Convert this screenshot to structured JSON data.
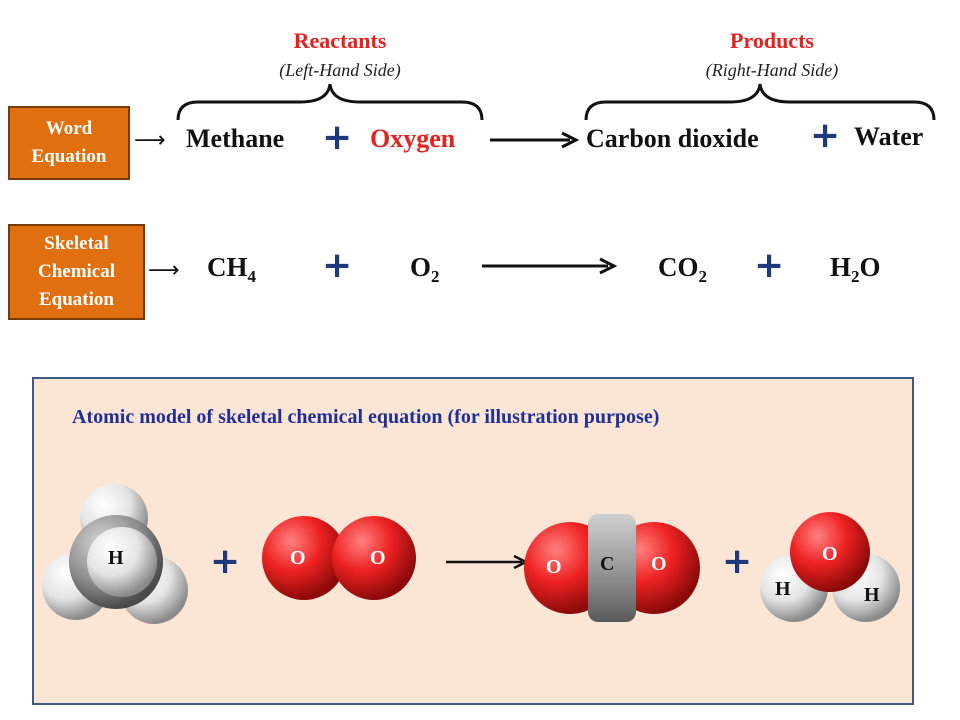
{
  "reactants": {
    "heading": "Reactants",
    "subheading": "(Left-Hand Side)"
  },
  "products": {
    "heading": "Products",
    "subheading": "(Right-Hand Side)"
  },
  "word_equation": {
    "label_line1": "Word",
    "label_line2": "Equation",
    "terms": [
      "Methane",
      "Oxygen",
      "Carbon dioxide",
      "Water"
    ],
    "plus": "+"
  },
  "skeletal_equation": {
    "label_line1": "Skeletal",
    "label_line2": "Chemical",
    "label_line3": "Equation",
    "ch4": {
      "base": "CH",
      "sub": "4"
    },
    "o2": {
      "base": "O",
      "sub": "2"
    },
    "co2": {
      "base": "CO",
      "sub": "2"
    },
    "h2o": {
      "base1": "H",
      "sub": "2",
      "base2": "O"
    }
  },
  "atomic_model": {
    "title": "Atomic model of skeletal chemical equation (for illustration purpose)",
    "methane_label": "H",
    "oxygen_labels": [
      "O",
      "O"
    ],
    "co2_labels": [
      "O",
      "C",
      "O"
    ],
    "water_labels": [
      "O",
      "H",
      "H"
    ]
  },
  "colors": {
    "red": "#e8201e",
    "orange_box": "#e06f10",
    "navy_plus": "#1f3a7a",
    "panel_bg": "#fbe6d6",
    "panel_title": "#1f2f9a"
  }
}
